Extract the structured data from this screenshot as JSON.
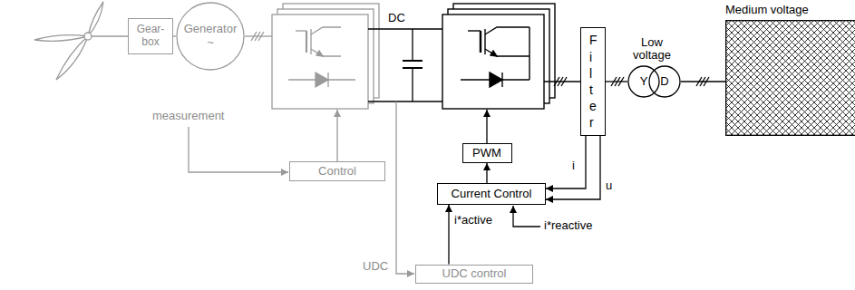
{
  "diagram": {
    "nodes": [
      {
        "text": [
          "Gear- box"
        ]
      },
      {
        "text": [
          "Generator",
          "~"
        ]
      },
      {
        "text": [
          "Filter"
        ]
      },
      {
        "text": [
          "Y"
        ]
      },
      {
        "text": [
          "D"
        ]
      },
      {
        "text": [
          "Medium voltage"
        ]
      },
      {
        "text": [
          "Control"
        ]
      },
      {
        "text": [
          "PWM"
        ]
      },
      {
        "text": [
          "Current Control"
        ]
      },
      {
        "text": [
          "UDC control"
        ]
      }
    ],
    "edges": [
      {
        "from": 0,
        "to": 1,
        "arrow": "none"
      },
      {
        "from": 2,
        "to": 3,
        "arrow": "none"
      },
      {
        "from": 4,
        "to": 5,
        "arrow": "none"
      },
      {
        "from": 8,
        "to": 7,
        "arrow": "to"
      },
      {
        "from": 9,
        "to": 8,
        "arrow": "to",
        "label": "i*active"
      },
      {
        "from": 2,
        "to": 8,
        "arrow": "to",
        "label": "i"
      },
      {
        "from": 2,
        "to": 8,
        "arrow": "to",
        "label": "u"
      }
    ],
    "labels": [
      "DC",
      "Low voltage",
      "measurement",
      "i*reactive",
      "UDC"
    ]
  }
}
